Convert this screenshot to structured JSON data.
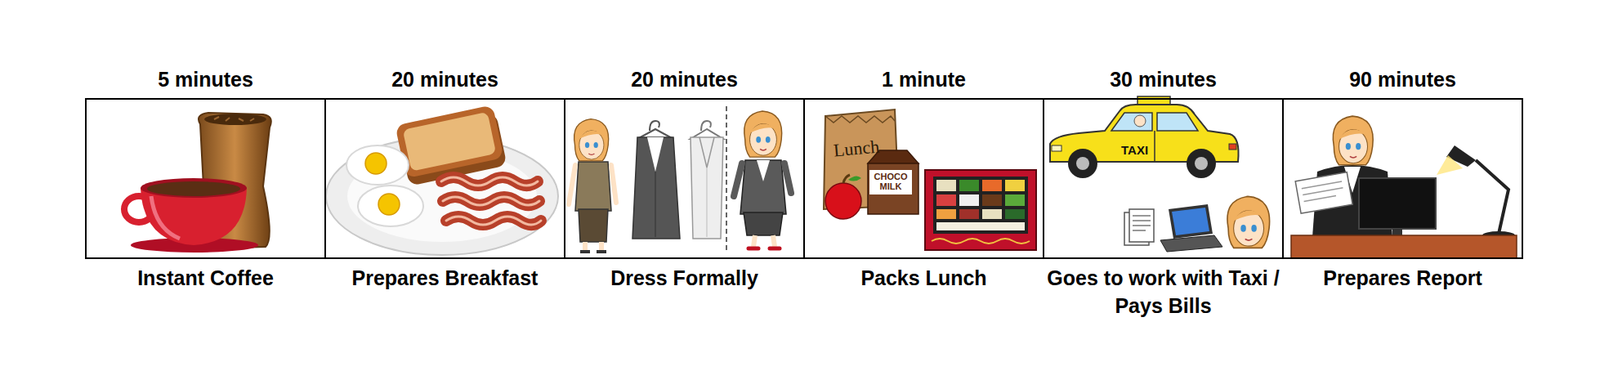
{
  "diagram": {
    "nodes": [
      {
        "text": [
          "5 minutes",
          "Instant Coffee"
        ]
      },
      {
        "text": [
          "20 minutes",
          "Prepares Breakfast"
        ]
      },
      {
        "text": [
          "20 minutes",
          "Dress Formally"
        ]
      },
      {
        "text": [
          "1 minute",
          "Packs Lunch"
        ]
      },
      {
        "text": [
          "30 minutes",
          "Goes to work with Taxi / Pays Bills"
        ]
      },
      {
        "text": [
          "90 minutes",
          "Prepares Report"
        ]
      }
    ],
    "labels": [
      "Lunch",
      "CHOCO MILK",
      "TAXI"
    ]
  }
}
